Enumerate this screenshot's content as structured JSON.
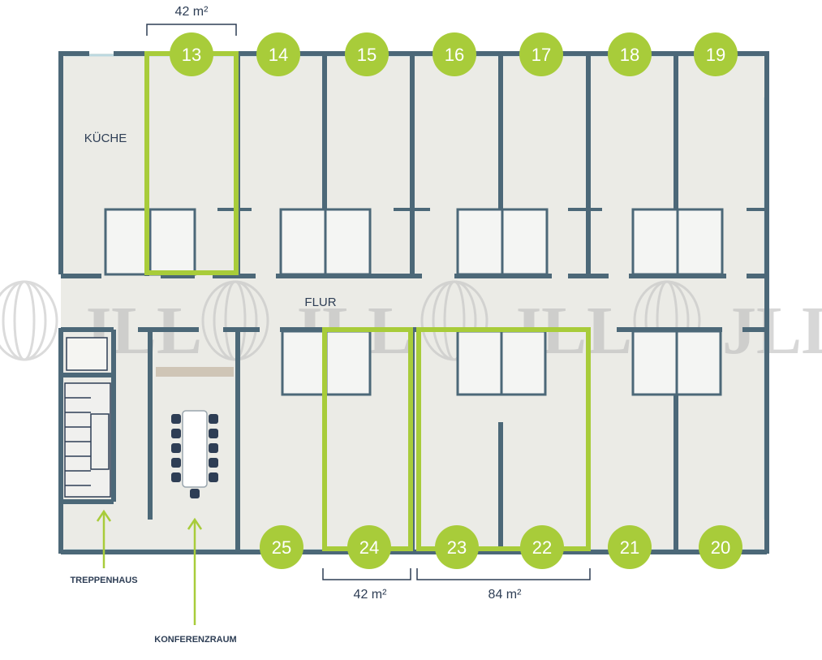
{
  "areas": {
    "top": "42 m²",
    "bottom_left": "42 m²",
    "bottom_right": "84 m²"
  },
  "rooms": {
    "kitchen": "KÜCHE",
    "hall": "FLUR",
    "stairs": "TREPPENHAUS",
    "conference": "KONFERENZRAUM"
  },
  "offices_top": [
    "13",
    "14",
    "15",
    "16",
    "17",
    "18",
    "19"
  ],
  "offices_bottom": [
    "25",
    "24",
    "23",
    "22",
    "21",
    "20"
  ],
  "highlighted": [
    "13",
    "24",
    "23",
    "22"
  ],
  "watermark": "JLL",
  "colors": {
    "accent": "#a8cc3a",
    "wall": "#4c6878",
    "floor": "#ebebe6",
    "text": "#2e3e55"
  }
}
